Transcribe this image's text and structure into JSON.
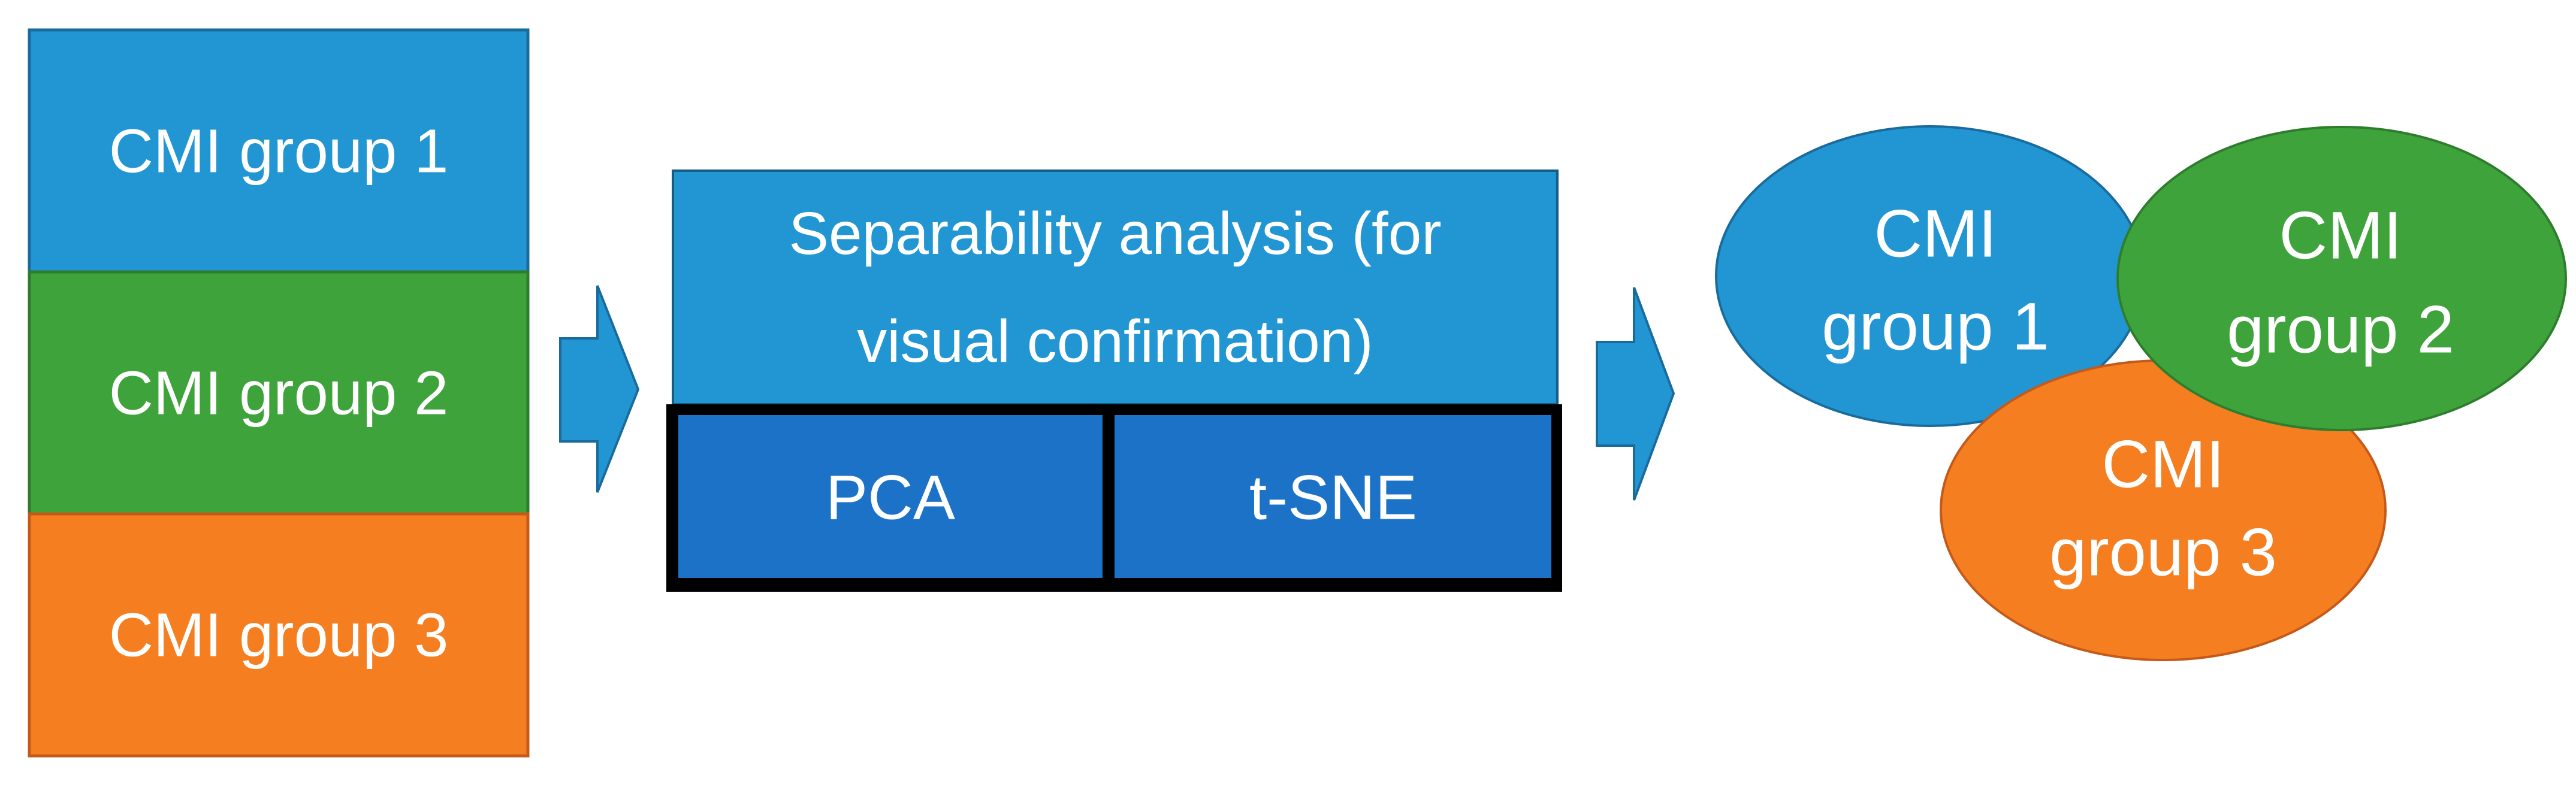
{
  "diagram": {
    "kind": "process-flow",
    "background": "#ffffff"
  },
  "colors": {
    "blue_fill": "#2196d2",
    "blue_stroke": "#1a6b9d",
    "green_fill": "#3fa33c",
    "green_stroke": "#2e7d2e",
    "orange_fill": "#f57e20",
    "orange_stroke": "#c4591a",
    "analysis_fill": "#2196d2",
    "analysis_stroke": "#155d85",
    "method_fill": "#1b72c6",
    "method_frame": "#000000",
    "arrow_fill": "#2196d2",
    "arrow_stroke": "#1a6b9d",
    "label_text": "#ffffff"
  },
  "input_stack": {
    "groups": [
      {
        "label": "CMI group 1"
      },
      {
        "label": "CMI group 2"
      },
      {
        "label": "CMI group 3"
      }
    ]
  },
  "analysis": {
    "title_line1": "Separability analysis (for",
    "title_line2": "visual confirmation)",
    "methods": [
      {
        "label": "PCA"
      },
      {
        "label": "t-SNE"
      }
    ]
  },
  "output_clusters": {
    "groups": [
      {
        "line1": "CMI",
        "line2": "group 1"
      },
      {
        "line1": "CMI",
        "line2": "group 2"
      },
      {
        "line1": "CMI",
        "line2": "group 3"
      }
    ]
  }
}
